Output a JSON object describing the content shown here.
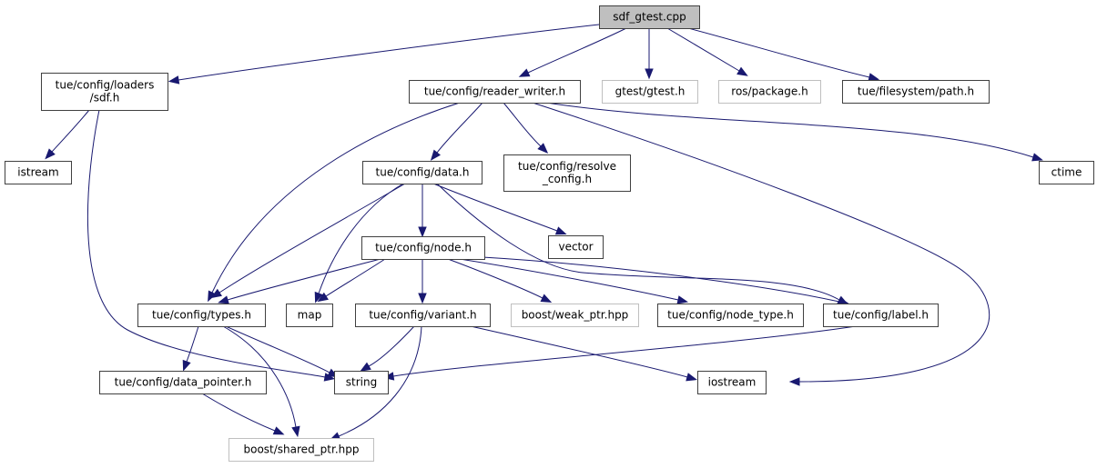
{
  "diagram": {
    "title": "sdf_gtest.cpp include dependency graph",
    "colors": {
      "edge": "#191970",
      "root_fill": "#bfbfbf",
      "root_border": "#404040",
      "node_border": "#404040",
      "external_border": "#bfbfbf",
      "node_fill": "#ffffff"
    },
    "nodes": [
      {
        "id": "sdf_gtest",
        "lines": [
          "sdf_gtest.cpp"
        ],
        "kind": "root"
      },
      {
        "id": "loaders_sdf",
        "lines": [
          "tue/config/loaders",
          "/sdf.h"
        ],
        "kind": "normal"
      },
      {
        "id": "reader_writer",
        "lines": [
          "tue/config/reader_writer.h"
        ],
        "kind": "normal"
      },
      {
        "id": "gtest",
        "lines": [
          "gtest/gtest.h"
        ],
        "kind": "external"
      },
      {
        "id": "ros_package",
        "lines": [
          "ros/package.h"
        ],
        "kind": "external"
      },
      {
        "id": "fs_path",
        "lines": [
          "tue/filesystem/path.h"
        ],
        "kind": "normal"
      },
      {
        "id": "istream",
        "lines": [
          "istream"
        ],
        "kind": "normal"
      },
      {
        "id": "data",
        "lines": [
          "tue/config/data.h"
        ],
        "kind": "normal"
      },
      {
        "id": "resolve_config",
        "lines": [
          "tue/config/resolve",
          "_config.h"
        ],
        "kind": "normal"
      },
      {
        "id": "ctime",
        "lines": [
          "ctime"
        ],
        "kind": "normal"
      },
      {
        "id": "node",
        "lines": [
          "tue/config/node.h"
        ],
        "kind": "normal"
      },
      {
        "id": "vector",
        "lines": [
          "vector"
        ],
        "kind": "normal"
      },
      {
        "id": "types",
        "lines": [
          "tue/config/types.h"
        ],
        "kind": "normal"
      },
      {
        "id": "map",
        "lines": [
          "map"
        ],
        "kind": "normal"
      },
      {
        "id": "variant",
        "lines": [
          "tue/config/variant.h"
        ],
        "kind": "normal"
      },
      {
        "id": "weak_ptr",
        "lines": [
          "boost/weak_ptr.hpp"
        ],
        "kind": "external"
      },
      {
        "id": "node_type",
        "lines": [
          "tue/config/node_type.h"
        ],
        "kind": "normal"
      },
      {
        "id": "label",
        "lines": [
          "tue/config/label.h"
        ],
        "kind": "normal"
      },
      {
        "id": "data_pointer",
        "lines": [
          "tue/config/data_pointer.h"
        ],
        "kind": "normal"
      },
      {
        "id": "string",
        "lines": [
          "string"
        ],
        "kind": "normal"
      },
      {
        "id": "iostream",
        "lines": [
          "iostream"
        ],
        "kind": "normal"
      },
      {
        "id": "shared_ptr",
        "lines": [
          "boost/shared_ptr.hpp"
        ],
        "kind": "external"
      }
    ],
    "edges": [
      {
        "from": "sdf_gtest",
        "to": "loaders_sdf"
      },
      {
        "from": "sdf_gtest",
        "to": "reader_writer"
      },
      {
        "from": "sdf_gtest",
        "to": "gtest"
      },
      {
        "from": "sdf_gtest",
        "to": "ros_package"
      },
      {
        "from": "sdf_gtest",
        "to": "fs_path"
      },
      {
        "from": "loaders_sdf",
        "to": "istream"
      },
      {
        "from": "loaders_sdf",
        "to": "string"
      },
      {
        "from": "reader_writer",
        "to": "types"
      },
      {
        "from": "reader_writer",
        "to": "data"
      },
      {
        "from": "reader_writer",
        "to": "resolve_config"
      },
      {
        "from": "reader_writer",
        "to": "iostream"
      },
      {
        "from": "reader_writer",
        "to": "ctime"
      },
      {
        "from": "data",
        "to": "types"
      },
      {
        "from": "data",
        "to": "map"
      },
      {
        "from": "data",
        "to": "node"
      },
      {
        "from": "data",
        "to": "vector"
      },
      {
        "from": "data",
        "to": "label"
      },
      {
        "from": "node",
        "to": "types"
      },
      {
        "from": "node",
        "to": "map"
      },
      {
        "from": "node",
        "to": "variant"
      },
      {
        "from": "node",
        "to": "weak_ptr"
      },
      {
        "from": "node",
        "to": "node_type"
      },
      {
        "from": "node",
        "to": "label"
      },
      {
        "from": "types",
        "to": "data_pointer"
      },
      {
        "from": "types",
        "to": "string"
      },
      {
        "from": "types",
        "to": "shared_ptr"
      },
      {
        "from": "variant",
        "to": "string"
      },
      {
        "from": "variant",
        "to": "shared_ptr"
      },
      {
        "from": "variant",
        "to": "iostream"
      },
      {
        "from": "label",
        "to": "string"
      },
      {
        "from": "data_pointer",
        "to": "shared_ptr"
      }
    ]
  }
}
